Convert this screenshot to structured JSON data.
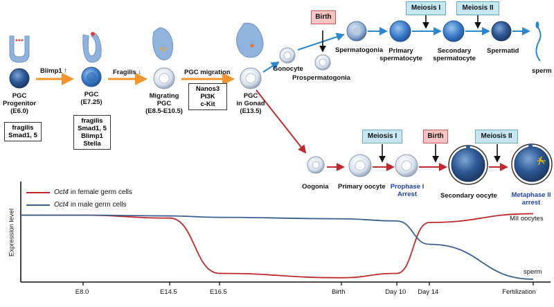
{
  "pathway": {
    "transitions": {
      "blimp1": "Blimp1 ↑",
      "fragilis": "Fragilis ↓",
      "pgc_migration": "PGC migration"
    },
    "migration_factors": [
      "Nanos3",
      "PI3K",
      "c-Kit"
    ],
    "stages": {
      "pgc_progenitor": [
        "PGC",
        "Progenitor",
        "(E6.0)"
      ],
      "pgc": [
        "PGC",
        "(E7.25)"
      ],
      "migrating_pgc": [
        "Migrating",
        "PGC",
        "(E8.5-E10.5)"
      ],
      "pgc_gonad": [
        "PGC",
        "in Gonad",
        "(E13.5)"
      ],
      "gonocyte": "Gonocyte",
      "prospermatogonia": "Prospermatogonia",
      "spermatogonia": "Spermatogonia",
      "primary_spermatocyte": [
        "Primary",
        "spermatocyte"
      ],
      "secondary_spermatocyte": [
        "Secondary",
        "spermatocyte"
      ],
      "spermatid": "Spermatid",
      "sperm": "sperm",
      "oogonia": "Oogonia",
      "primary_oocyte": "Primary oocyte",
      "prophase_arrest": [
        "Prophase I",
        "Arrest"
      ],
      "secondary_oocyte": "Secondary oocyte",
      "metaphase_arrest": [
        "Metaphase II",
        "arrest"
      ]
    },
    "markers_progenitor": [
      "fragilis",
      "Smad1, 5"
    ],
    "markers_pgc": [
      "fragilis",
      "Smad1, 5",
      "Blimp1",
      "Stella"
    ],
    "tags": {
      "birth": "Birth",
      "meiosis1": "Meiosis I",
      "meiosis2": "Meiosis II"
    }
  },
  "chart_data": {
    "type": "line",
    "ylabel": "Expression level",
    "xlabel": "",
    "x_ticks": [
      "E8.0",
      "E14.5",
      "E16.5",
      "Birth",
      "Day 10",
      "Day 14",
      "Fertilization"
    ],
    "series": [
      {
        "name": "Oct4 in female germ cells",
        "color": "#c0282d",
        "x": [
          "E8.0",
          "E14.5",
          "E16.5",
          "Birth",
          "Day 10",
          "Day 14",
          "Fertilization"
        ],
        "values": [
          0.9,
          0.86,
          0.1,
          0.04,
          0.1,
          0.8,
          0.92
        ]
      },
      {
        "name": "Oct4 in male germ cells",
        "color": "#3b5f8f",
        "x": [
          "E8.0",
          "E14.5",
          "E16.5",
          "Birth",
          "Day 10",
          "Day 14",
          "Fertilization"
        ],
        "values": [
          0.9,
          0.89,
          0.87,
          0.85,
          0.82,
          0.5,
          0.02
        ]
      }
    ],
    "end_labels": {
      "female": "MII oocytes",
      "male": "sperm"
    },
    "legend": {
      "placement": "top-left",
      "italic_part": "Oct4",
      "female_rest": " in female germ cells",
      "male_rest": " in male germ cells"
    },
    "grid": false
  }
}
